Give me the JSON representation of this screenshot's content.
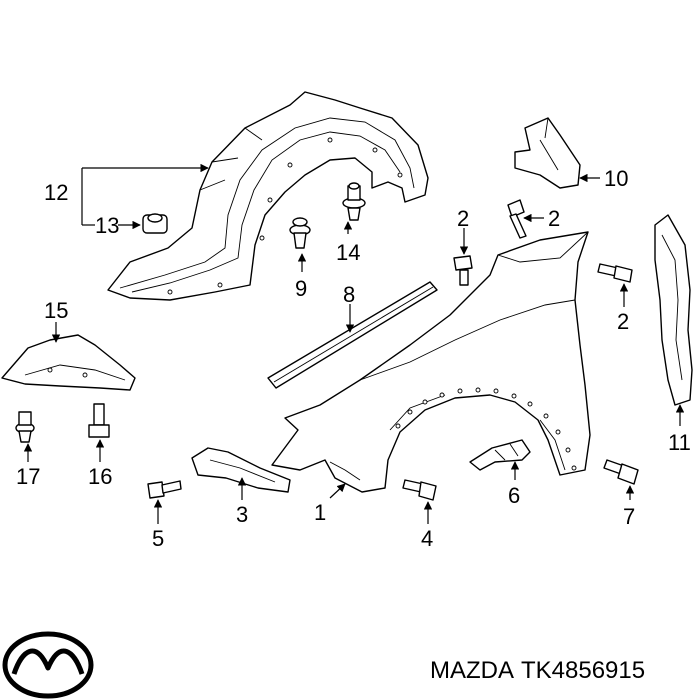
{
  "callouts": {
    "c1": "1",
    "c2a": "2",
    "c2b": "2",
    "c2c": "2",
    "c3": "3",
    "c4": "4",
    "c5": "5",
    "c6": "6",
    "c7": "7",
    "c8": "8",
    "c9": "9",
    "c10": "10",
    "c11": "11",
    "c12": "12",
    "c13": "13",
    "c14": "14",
    "c15": "15",
    "c16": "16",
    "c17": "17"
  },
  "footer": {
    "brand": "MAZDA",
    "part_number": "TK4856915",
    "logo_icon": "mazda-logo-icon"
  }
}
